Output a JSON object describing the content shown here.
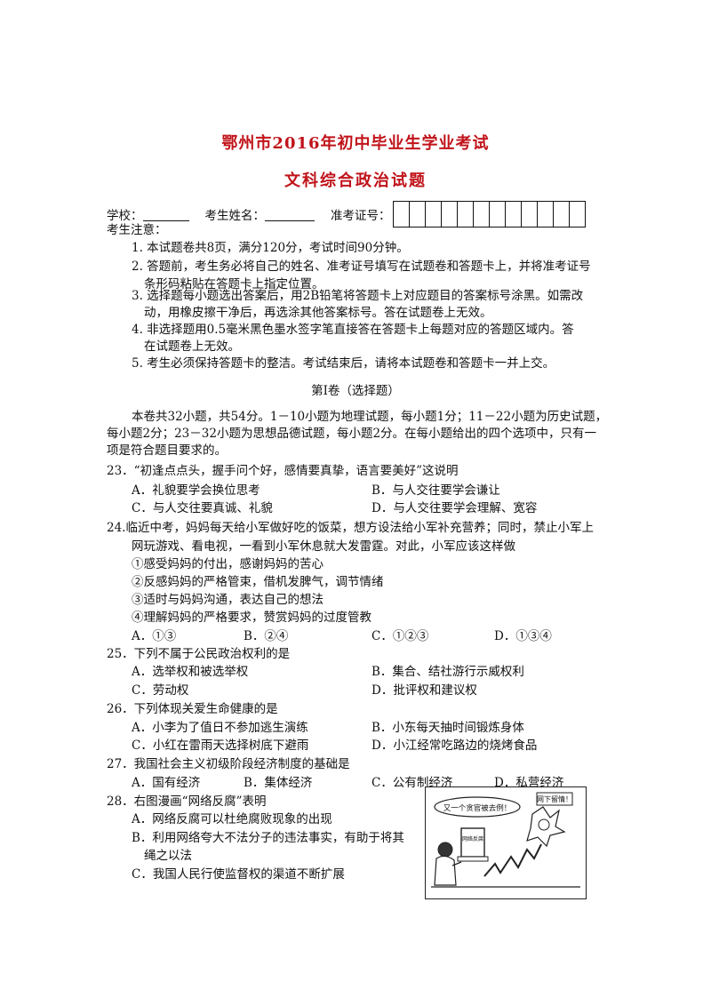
{
  "exam": {
    "title": "鄂州市2016年初中毕业生学业考试",
    "subtitle": "文科综合政治试题"
  },
  "info": {
    "school_label": "学校：",
    "name_label": "考生姓名：",
    "id_label": "准考证号："
  },
  "notice": {
    "heading": "考生注意：",
    "items": [
      "1. 本试题卷共8页，满分120分，考试时间90分钟。",
      "2. 答题前，考生务必将自己的姓名、准考证号填写在试题卷和答题卡上，并将准考证号",
      "条形码粘贴在答题卡上指定位置。",
      "3. 选择题每小题选出答案后，用2B铅笔将答题卡上对应题目的答案标号涂黑。如需改",
      "动，用橡皮擦干净后，再选涂其他答案标号。答在试题卷上无效。",
      "4. 非选择题用0.5毫米黑色墨水签字笔直接答在答题卡上每题对应的答题区域内。答",
      "在试题卷上无效。",
      "5. 考生必须保持答题卡的整洁。考试结束后，请将本试题卷和答题卡一并上交。"
    ]
  },
  "section": {
    "title": "第Ⅰ卷（选择题）",
    "intro": [
      "本卷共32小题，共54分。1－10小题为地理试题，每小题1分；11－22小题为历史试题，",
      "每小题2分；23－32小题为思想品德试题，每小题2分。在每小题给出的四个选项中，只有一",
      "项是符合题目要求的。"
    ]
  },
  "questions": {
    "q23": {
      "stem": "23．“初逢点点头，握手问个好，感情要真挚，语言要美好”这说明",
      "a": "A．礼貌要学会换位思考",
      "b": "B．与人交往要学会谦让",
      "c": "C．与人交往要真诚、礼貌",
      "d": "D．与人交往要学会理解、宽容"
    },
    "q24": {
      "stem1": "24.临近中考，妈妈每天给小军做好吃的饭菜，想方设法给小军补充营养；同时，禁止小军上",
      "stem2": "网玩游戏、看电视，一看到小军休息就大发雷霆。对此，小军应该这样做",
      "s1": "①感受妈妈的付出，感谢妈妈的苦心",
      "s2": "②反感妈妈的严格管束，借机发脾气，调节情绪",
      "s3": "③适时与妈妈沟通，表达自己的想法",
      "s4": "④理解妈妈的严格要求，赞赏妈妈的过度管教",
      "a": "A．①③",
      "b": "B．②④",
      "c": "C．①②③",
      "d": "D．①③④"
    },
    "q25": {
      "stem": "25．下列不属于公民政治权利的是",
      "a": "A．选举权和被选举权",
      "b": "B．集合、结社游行示威权利",
      "c": "C．劳动权",
      "d": "D．批评权和建议权"
    },
    "q26": {
      "stem": "26．下列体现关爱生命健康的是",
      "a": "A．小李为了值日不参加逃生演练",
      "b": "B．小东每天抽时间锻炼身体",
      "c": "C．小红在雷雨天选择树底下避雨",
      "d": "D．小江经常吃路边的烧烤食品"
    },
    "q27": {
      "stem": "27．我国社会主义初级阶段经济制度的基础是",
      "a": "A．国有经济",
      "b": "B．集体经济",
      "c": "C．公有制经济",
      "d": "D．私营经济"
    },
    "q28": {
      "stem": "28．右图漫画“网络反腐”表明",
      "a": "A．网络反腐可以杜绝腐败现象的出现",
      "b1": "B．利用网络夸大不法分子的违法事实，有助于将其",
      "b2": "绳之以法",
      "c": "C．我国人民行使监督权的渠道不断扩展"
    }
  },
  "cartoon": {
    "bubble": "又一个贪官被去例！",
    "sign": "网下留情！",
    "screen": "网络反腐"
  },
  "colors": {
    "title": "#c0131a",
    "text": "#111111"
  }
}
